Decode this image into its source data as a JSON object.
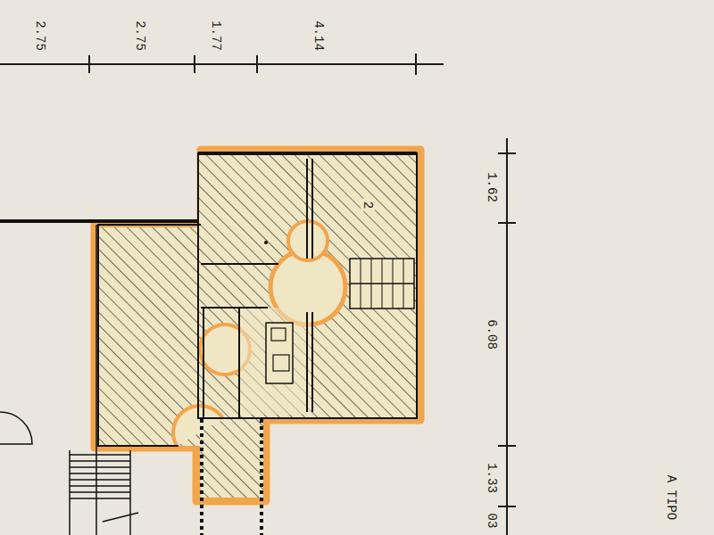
{
  "diagram": {
    "labels": [
      "2.75",
      "2.75",
      "1.77",
      "4.14",
      "1.62",
      "6.08",
      "1.33",
      "03",
      "2",
      "A TIPO"
    ]
  }
}
